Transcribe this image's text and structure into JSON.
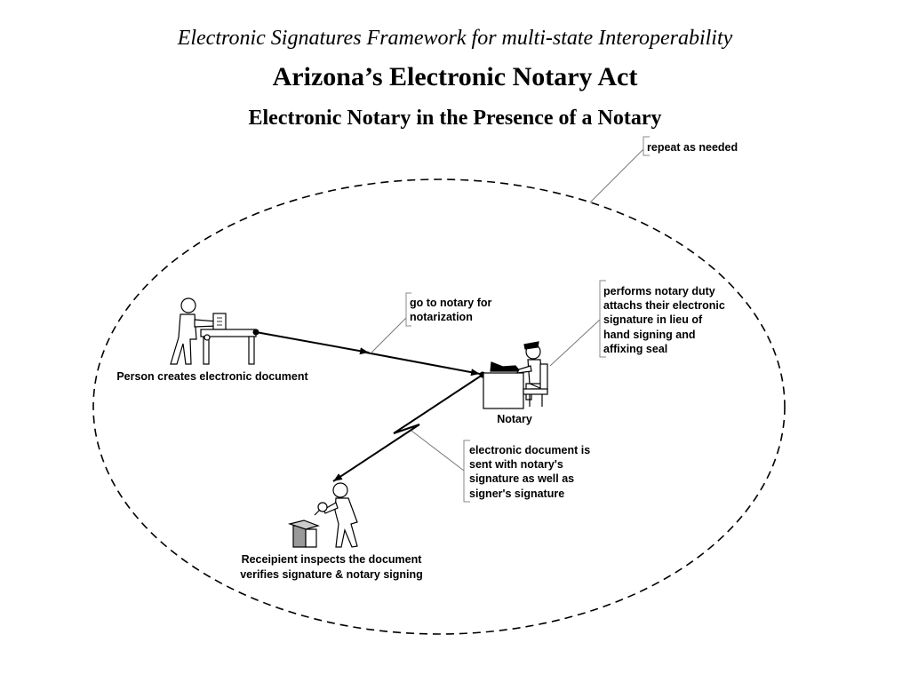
{
  "header": {
    "series_title": "Electronic Signatures Framework for multi-state Interoperability",
    "title": "Arizona’s Electronic Notary Act",
    "subtitle": "Electronic Notary in the Presence of a Notary"
  },
  "diagram": {
    "loop_note": "repeat as needed",
    "creator_label": "Person creates electronic document",
    "notary_label": "Notary",
    "recipient_label": [
      "Receipient inspects the document",
      "verifies signature & notary signing"
    ],
    "step1_note": [
      "go to notary for",
      "notarization"
    ],
    "step2_note": [
      "performs notary duty",
      "attachs their electronic",
      "signature in lieu of",
      "hand signing and",
      "affixing seal"
    ],
    "step3_note": [
      "electronic document is",
      "sent with notary's",
      "signature as well as",
      "signer's signature"
    ]
  }
}
